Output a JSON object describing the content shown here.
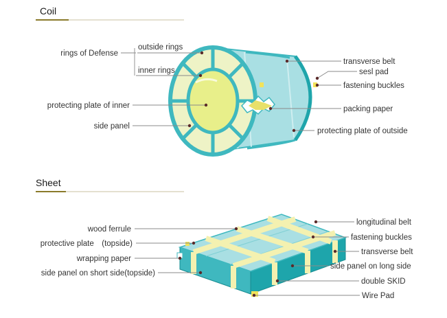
{
  "coil": {
    "heading": "Coil",
    "labels": {
      "rings_of_defense": "rings of Defense",
      "outside_rings": "outside rings",
      "inner_rings": "inner rings",
      "protecting_plate_inner": "protecting plate of inner",
      "side_panel": "side panel",
      "transverse_belt": "transverse belt",
      "sesl_pad": "sesl pad",
      "fastening_buckles": "fastening buckles",
      "packing_paper": "packing paper",
      "protecting_plate_outside": "protecting plate of outside"
    }
  },
  "sheet": {
    "heading": "Sheet",
    "labels": {
      "wood_ferrule": "wood ferrule",
      "protective_plate_topside": "protective plate　(topside)",
      "wrapping_paper": "wrapping paper",
      "side_panel_short_side": "side panel on short side(topside)",
      "longitudinal_belt": "longitudinal belt",
      "fastening_buckles": "fastening buckles",
      "transverse_belt": "transverse belt",
      "side_panel_long_side": "side panel on long side",
      "double_skid": "double SKID",
      "wire_pad": "Wire Pad"
    }
  },
  "colors": {
    "teal_ring": "#3fb8bf",
    "teal_light": "#a9dfe3",
    "teal_dark": "#1ea5ab",
    "cream_face": "#eef3c6",
    "yellow_plate": "#e8ef8a",
    "belt_yellow": "#f4f1b0",
    "heading_rule": "#8a7a2a"
  }
}
